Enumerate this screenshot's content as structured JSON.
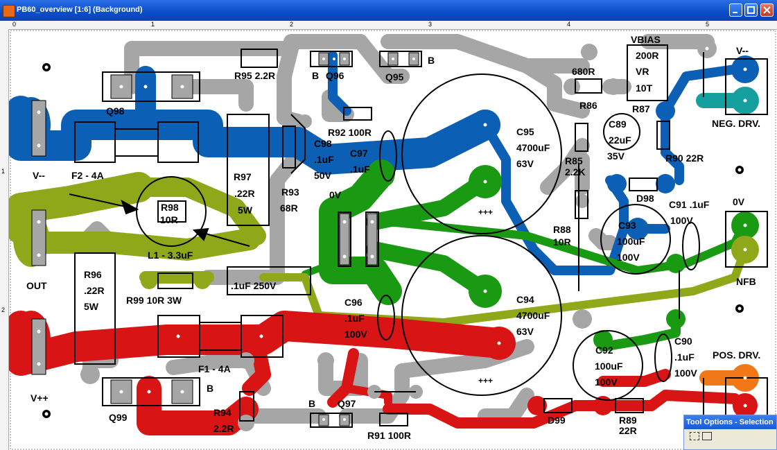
{
  "window": {
    "title": "PB60_overview [1:6] (Background)"
  },
  "ruler": {
    "top": [
      "0",
      "1",
      "2",
      "3",
      "4",
      "5"
    ],
    "left": [
      "1",
      "2"
    ]
  },
  "labels": {
    "vbias": "VBIAS",
    "v_minus_top": "V--",
    "q98": "Q98",
    "r95": "R95 2.2R",
    "b_q96": "B",
    "q96": "Q96",
    "q95": "Q95",
    "b_q95": "B",
    "r_680": "680R",
    "r86": "R86",
    "r_200": "200R",
    "vr": "VR",
    "t10": "10T",
    "r87": "R87",
    "neg_drv": "NEG. DRV.",
    "v_minus": "V--",
    "f2": "F2 - 4A",
    "r97_a": "R97",
    "r97_b": ".22R",
    "r97_c": "5W",
    "c98_a": "C98",
    "c98_b": ".1uF",
    "c98_c": "50V",
    "c97_a": "C97",
    "c97_b": ".1uF",
    "r92": "R92 100R",
    "r93_a": "R93",
    "r93_b": "68R",
    "c95_a": "C95",
    "c95_b": "4700uF",
    "c95_c": "63V",
    "c89_a": "C89",
    "c89_b": "22uF",
    "c89_c": "35V",
    "r85_a": "R85",
    "r85_b": "2.2K",
    "r90": "R90 22R",
    "d98": "D98",
    "c91": "C91 .1uF",
    "zero_v_right": "0V",
    "zero_v_mid": "0V",
    "r98_a": "R98",
    "r98_b": "10R",
    "l1": "L1 - 3.3uF",
    "plus_top": "+++",
    "r88_a": "R88",
    "r88_b": "10R",
    "c93_a": "C93",
    "c93_b": "100uF",
    "c93_c": "100V",
    "c91_v": "100V",
    "nfb": "NFB",
    "out": "OUT",
    "r96_a": "R96",
    "r96_b": ".22R",
    "r96_c": "5W",
    "r99": "R99 10R 3W",
    "c_1uf_250": ".1uF 250V",
    "c96_a": "C96",
    "c96_b": ".1uF",
    "c96_c": "100V",
    "c94_a": "C94",
    "c94_b": "4700uF",
    "c94_c": "63V",
    "c90_a": "C90",
    "c90_b": ".1uF",
    "c90_c": "100V",
    "c92_a": "C92",
    "c92_b": "100uF",
    "c92_c": "100V",
    "pos_drv": "POS. DRV.",
    "f1": "F1 - 4A",
    "b_q99": "B",
    "v_plus": "V++",
    "q99": "Q99",
    "r94_a": "R94",
    "r94_b": "2.2R",
    "b_q97": "B",
    "q97": "Q97",
    "plus_bottom": "+++",
    "d99": "D99",
    "r89_a": "R89",
    "r89_b": "22R",
    "r91": "R91 100R"
  },
  "tool_options": {
    "title": "Tool Options - Selection"
  },
  "colors": {
    "title_bar": "#0a4cc9",
    "trace_gray": "#a6a6a6",
    "trace_blue": "#0b5fb5",
    "trace_green": "#1a9a12",
    "trace_olive": "#8fa81a",
    "trace_red": "#d81414",
    "trace_teal": "#169f9f",
    "trace_orange": "#f07818"
  }
}
